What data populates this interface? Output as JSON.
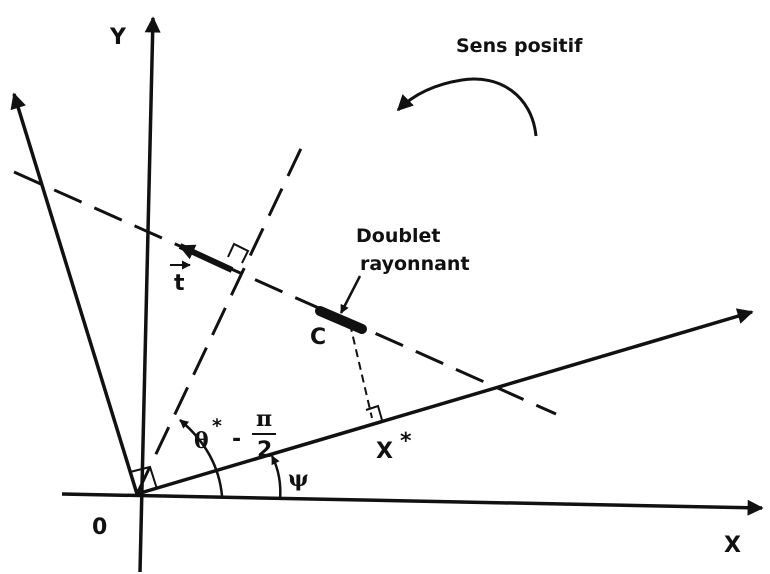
{
  "labels": {
    "y_axis": "Y",
    "x_axis": "X",
    "origin": "0",
    "sense_title": "Sens positif",
    "doublet_line1": "Doublet",
    "doublet_line2": "rayonnant",
    "point_c": "C",
    "vector_t": "t",
    "x_star": "X",
    "star": "*",
    "theta": "θ",
    "minus": "-",
    "pi": "π",
    "two": "2",
    "psi": "ψ"
  },
  "colors": {
    "ink": "#111111",
    "background": "#ffffff"
  }
}
